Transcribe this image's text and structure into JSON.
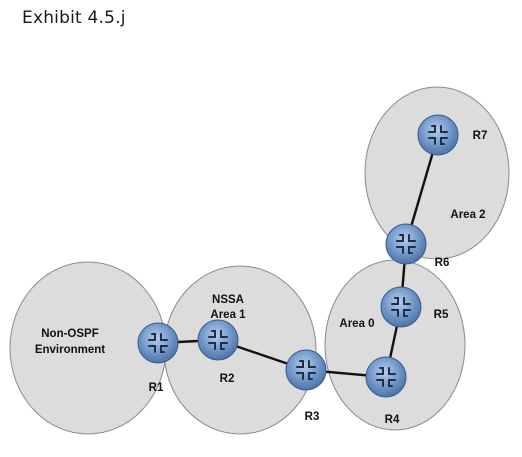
{
  "title": "Exhibit 4.5.j",
  "areas": [
    {
      "id": "non-ospf",
      "lines": [
        "Non-OSPF",
        "Environment"
      ]
    },
    {
      "id": "nssa-area-1",
      "lines": [
        "NSSA",
        "Area 1"
      ]
    },
    {
      "id": "area-0",
      "lines": [
        "Area 0"
      ]
    },
    {
      "id": "area-2",
      "lines": [
        "Area 2"
      ]
    }
  ],
  "routers": [
    "R1",
    "R2",
    "R3",
    "R4",
    "R5",
    "R6",
    "R7"
  ],
  "links": [
    [
      "R1",
      "R2"
    ],
    [
      "R2",
      "R3"
    ],
    [
      "R3",
      "R4"
    ],
    [
      "R4",
      "R5"
    ],
    [
      "R5",
      "R6"
    ],
    [
      "R6",
      "R7"
    ]
  ],
  "colors": {
    "area_fill": "#dcdcdc",
    "area_stroke": "#8a8a8a",
    "router_fill": "#6f93c6",
    "router_top": "#a9c3e6",
    "link": "#111111"
  },
  "icons": {
    "router": "router-icon"
  }
}
